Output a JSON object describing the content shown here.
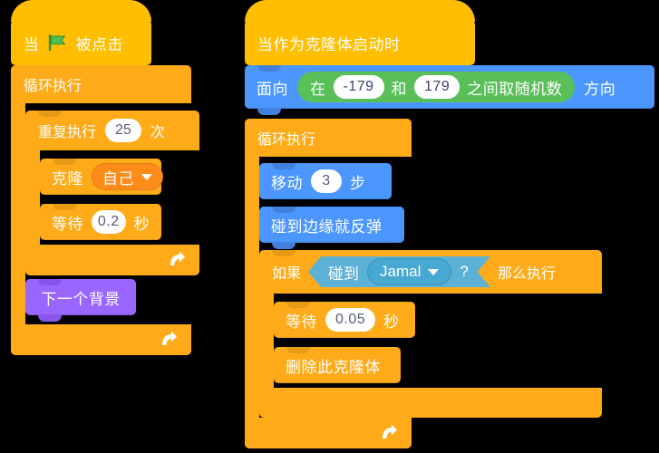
{
  "app": {
    "name": "Scratch",
    "language": "zh-CN",
    "canvas": "code-area"
  },
  "colors": {
    "events": "#FFBF00",
    "control": "#FFAB19",
    "motion": "#4C97FF",
    "looks": "#9966FF",
    "operators": "#59C059",
    "sensing": "#5CB1D6",
    "input_text": "#575E75",
    "background": "#000000"
  },
  "scripts": [
    {
      "id": "script-green-flag",
      "hat": {
        "prefix": "当",
        "icon": "green-flag-icon",
        "suffix": "被点击"
      },
      "forever": {
        "label": "循环执行",
        "repeat": {
          "prefix": "重复执行",
          "times": "25",
          "suffix": "次",
          "children": [
            {
              "type": "create-clone",
              "prefix": "克隆",
              "option": "自己",
              "icon": "chevron-down-icon"
            },
            {
              "type": "wait",
              "prefix": "等待",
              "value": "0.2",
              "suffix": "秒"
            }
          ]
        },
        "after": [
          {
            "type": "next-backdrop",
            "label": "下一个背景"
          }
        ]
      }
    },
    {
      "id": "script-when-clone-starts",
      "hat": {
        "label": "当作为克隆体启动时"
      },
      "point": {
        "prefix": "面向",
        "suffix": "方向",
        "random": {
          "prefix": "在",
          "min": "-179",
          "join": "和",
          "max": "179",
          "suffix": "之间取随机数"
        }
      },
      "forever": {
        "label": "循环执行",
        "children": [
          {
            "type": "move",
            "prefix": "移动",
            "value": "3",
            "suffix": "步"
          },
          {
            "type": "bounce",
            "label": "碰到边缘就反弹"
          }
        ],
        "if_block": {
          "prefix": "如果",
          "suffix": "那么执行",
          "condition": {
            "prefix": "碰到",
            "option": "Jamal",
            "icon": "chevron-down-icon",
            "mark": "?"
          },
          "children": [
            {
              "type": "wait",
              "prefix": "等待",
              "value": "0.05",
              "suffix": "秒"
            },
            {
              "type": "delete-clone",
              "label": "删除此克隆体"
            }
          ]
        }
      }
    }
  ]
}
